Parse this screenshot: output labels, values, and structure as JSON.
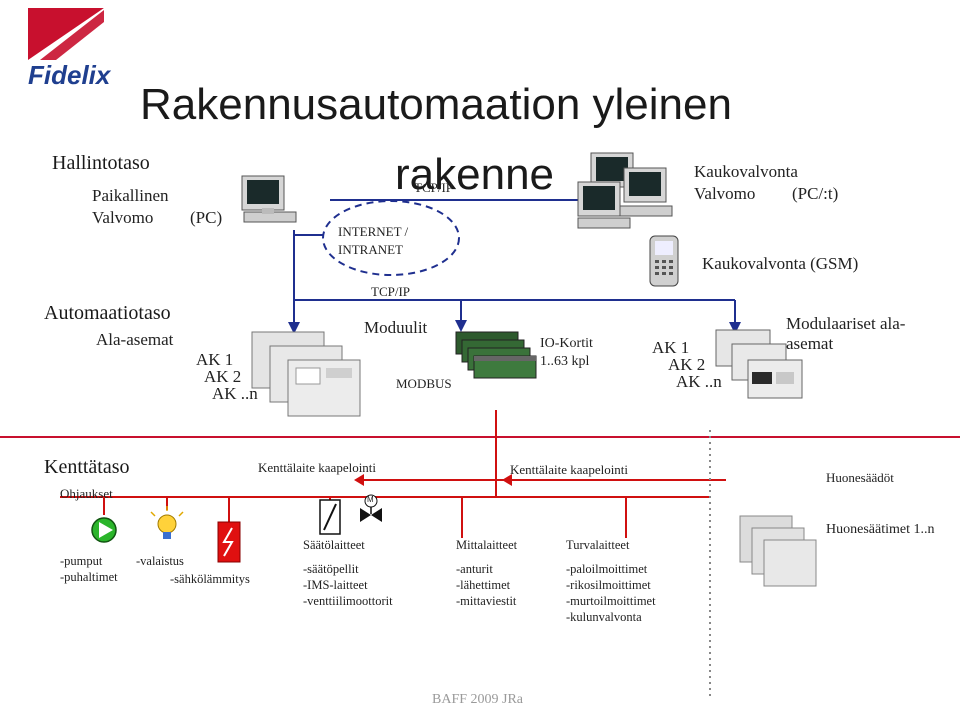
{
  "logo": {
    "text": "Fidelix",
    "accent": "#c8102e",
    "text_color": "#1f3f8f"
  },
  "title": {
    "line1": "Rakennusautomaation yleinen",
    "line2": "rakenne"
  },
  "management": {
    "level": "Hallintotaso",
    "local_label_1": "Paikallinen",
    "local_label_2": "Valvomo",
    "local_pc": "(PC)",
    "tcpip_top": "TCP/IP",
    "internet_1": "INTERNET /",
    "internet_2": "INTRANET",
    "remote_1": "Kaukovalvonta",
    "remote_2": "Valvomo",
    "remote_pc": "(PC/:t)",
    "gsm": "Kaukovalvonta (GSM)"
  },
  "automation": {
    "level": "Automaatiotaso",
    "substations": "Ala-asemat",
    "tcpip_mid": "TCP/IP",
    "ak_left": [
      "AK 1",
      "AK 2",
      "AK ..n"
    ],
    "modules": "Moduulit",
    "modbus": "MODBUS",
    "io_1": "IO-Kortit",
    "io_2": "1..63 kpl",
    "ak_right": [
      "AK 1",
      "AK 2",
      "AK ..n"
    ],
    "modular_1": "Modulaariset ala-",
    "modular_2": "asemat"
  },
  "field": {
    "level": "Kenttätaso",
    "controls": "Ohjaukset",
    "cabling_1": "Kenttälaite kaapelointi",
    "cabling_2": "Kenttälaite kaapelointi",
    "room_settings": "Huonesäädöt",
    "pumps": [
      "-pumput",
      "-puhaltimet"
    ],
    "lighting": "-valaistus",
    "heating": "-sähkölämmitys",
    "control_devices": {
      "title": "Säätölaitteet",
      "items": [
        "-säätöpellit",
        "-IMS-laitteet",
        "-venttiilimoottorit"
      ]
    },
    "measuring": {
      "title": "Mittalaitteet",
      "items": [
        "-anturit",
        "-lähettimet",
        "-mittaviestit"
      ]
    },
    "security": {
      "title": "Turvalaitteet",
      "items": [
        "-paloilmoittimet",
        "-rikosilmoittimet",
        "-murtoilmoittimet",
        "-kulunvalvonta"
      ]
    },
    "room_controllers": "Huonesäätimet 1..n",
    "valve_motor_label": "M"
  },
  "footer": "BAFF 2009 JRa",
  "colors": {
    "line_blue": "#1f2f8f",
    "line_red": "#d01010",
    "separator": "#c8102e",
    "device_gray": "#d8d8d8"
  },
  "icons": [
    "computer-icon",
    "mobile-phone-icon",
    "pump-icon",
    "light-bulb-icon",
    "heater-icon",
    "actuator-icon",
    "motor-valve-icon",
    "io-card-icon",
    "controller-icon",
    "room-controller-icon"
  ]
}
